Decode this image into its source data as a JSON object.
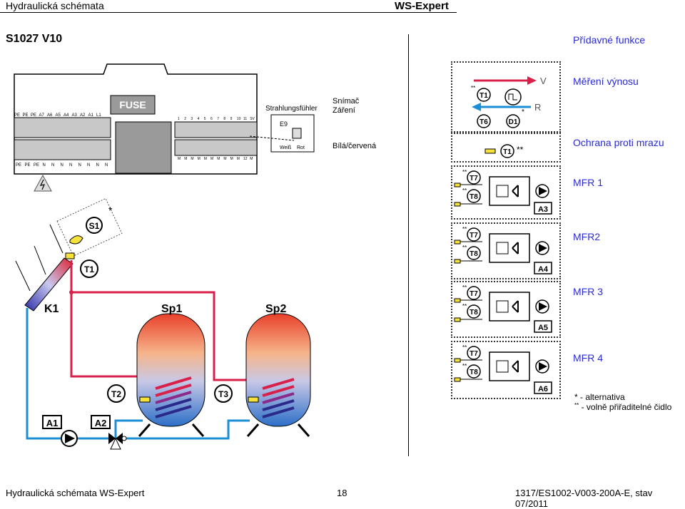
{
  "header": {
    "left": "Hydraulická schémata",
    "center": "WS-Expert"
  },
  "title": "S1027 V10",
  "labels": {
    "sensor_cz_1": "Snímač",
    "sensor_cz_2": "Záření",
    "cable_cz": "Bílá/červená"
  },
  "diagram": {
    "fuse": "FUSE",
    "strahlungsfuehler": "Strahlungsfühler",
    "e9": "E9",
    "weiss": "Weiß",
    "rot": "Rot",
    "terminals_top_left": [
      "PE",
      "PE",
      "PE",
      "A7",
      "A6",
      "A5",
      "A4",
      "A3",
      "A2",
      "A1",
      "L1"
    ],
    "terminals_bottom_left": [
      "PE",
      "PE",
      "PE",
      "N",
      "N",
      "N",
      "N",
      "N",
      "N",
      "N",
      "N"
    ],
    "terminals_top_right": [
      "1",
      "2",
      "3",
      "4",
      "5",
      "6",
      "7",
      "8",
      "9",
      "10",
      "11",
      "SV"
    ],
    "terminals_bottom_right": [
      "M",
      "M",
      "M",
      "M",
      "M",
      "M",
      "M",
      "M",
      "M",
      "M",
      "12",
      "M"
    ],
    "s1": "S1",
    "t1": "T1",
    "k1": "K1",
    "sp1": "Sp1",
    "sp2": "Sp2",
    "t2": "T2",
    "t3": "T3",
    "a1": "A1",
    "a2": "A2",
    "star": "*"
  },
  "functions": {
    "title": "Přídavné funkce",
    "items": [
      {
        "label": "Měření výnosu"
      },
      {
        "label": "Ochrana proti mrazu"
      },
      {
        "label": "MFR 1"
      },
      {
        "label": "MFR2"
      },
      {
        "label": "MFR 3"
      },
      {
        "label": "MFR 4"
      }
    ],
    "yield": {
      "v": "V",
      "r": "R",
      "t1": "T1",
      "t6": "T6",
      "d1": "D1",
      "dstar": "**",
      "star": "*"
    },
    "frost": {
      "t1": "T1",
      "dstar": "**"
    },
    "mfr_boxes": [
      {
        "t_a": "T7",
        "t_b": "T8",
        "out": "A3"
      },
      {
        "t_a": "T7",
        "t_b": "T8",
        "out": "A4"
      },
      {
        "t_a": "T7",
        "t_b": "T8",
        "out": "A5"
      },
      {
        "t_a": "T7",
        "t_b": "T8",
        "out": "A6"
      }
    ],
    "mfr_mark": "**"
  },
  "notes": {
    "line1": "* - alternativa",
    "line2_mark": "**",
    "line2": "- volně přiřaditelné čidlo"
  },
  "footer": {
    "left": "Hydraulická schémata WS-Expert",
    "page": "18",
    "right": "1317/ES1002-V003-200A-E, stav 07/2011"
  },
  "colors": {
    "pipe_hot": "#d8204a",
    "pipe_cold": "#1a8fd6",
    "accent_blue": "#2a2ad6"
  }
}
